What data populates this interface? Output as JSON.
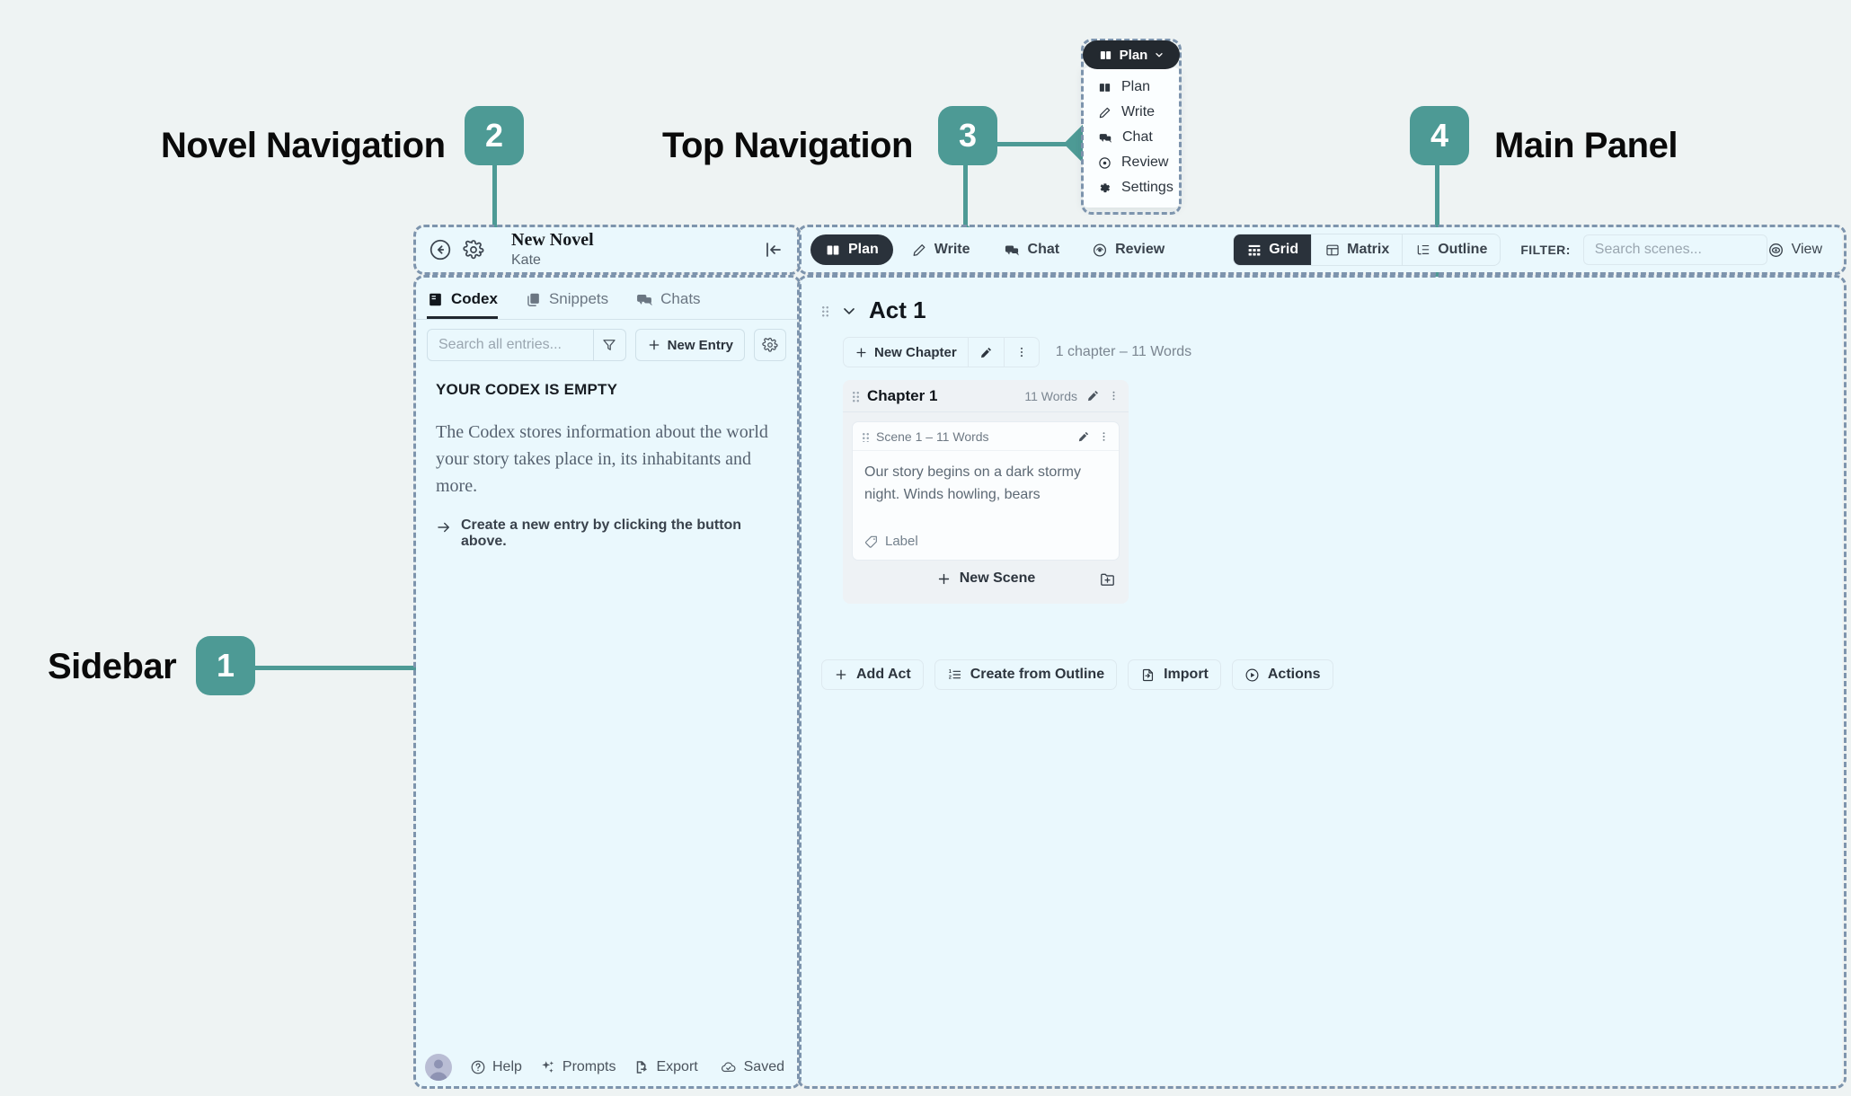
{
  "annotations": [
    {
      "num": "1",
      "label": "Sidebar"
    },
    {
      "num": "2",
      "label": "Novel Navigation"
    },
    {
      "num": "3",
      "label": "Top Navigation"
    },
    {
      "num": "4",
      "label": "Main Panel"
    }
  ],
  "theme": {
    "accent": "#4d9a95",
    "dash_border": "#7d94ad",
    "panel_bg": "#eaf8fd",
    "page_bg": "#eef3f3",
    "dark_pill": "#2a323b"
  },
  "sidebar": {
    "header": {
      "back_icon": "back-arrow-icon",
      "settings_icon": "gear-icon",
      "title": "New Novel",
      "author": "Kate",
      "collapse_icon": "collapse-panel-icon"
    },
    "tabs": [
      {
        "label": "Codex",
        "icon": "book-icon",
        "active": true
      },
      {
        "label": "Snippets",
        "icon": "snippets-icon",
        "active": false
      },
      {
        "label": "Chats",
        "icon": "chat-bubbles-icon",
        "active": false
      }
    ],
    "search": {
      "placeholder": "Search all entries...",
      "value": ""
    },
    "filter_icon": "funnel-icon",
    "new_entry_label": "New Entry",
    "settings_icon": "gear-icon",
    "empty_state": {
      "title": "YOUR CODEX IS EMPTY",
      "description": "The Codex stores information about the world your story takes place in, its inhabitants and more.",
      "cta": "Create a new entry by clicking the button above."
    },
    "footer": [
      {
        "label": "Help",
        "icon": "question-circle-icon"
      },
      {
        "label": "Prompts",
        "icon": "sparkles-icon"
      },
      {
        "label": "Export",
        "icon": "export-file-icon"
      },
      {
        "label": "Saved",
        "icon": "cloud-check-icon"
      }
    ]
  },
  "topnav": {
    "modes": [
      {
        "label": "Plan",
        "icon": "book-open-icon",
        "active": true
      },
      {
        "label": "Write",
        "icon": "pencil-icon",
        "active": false
      },
      {
        "label": "Chat",
        "icon": "chat-bubbles-icon",
        "active": false
      },
      {
        "label": "Review",
        "icon": "eye-circle-icon",
        "active": false
      }
    ],
    "views": [
      {
        "label": "Grid",
        "icon": "grid-icon",
        "active": true
      },
      {
        "label": "Matrix",
        "icon": "matrix-icon",
        "active": false
      },
      {
        "label": "Outline",
        "icon": "outline-icon",
        "active": false
      }
    ],
    "filter_label": "FILTER:",
    "scene_search": {
      "placeholder": "Search scenes...",
      "value": ""
    },
    "view_button": {
      "label": "View",
      "icon": "eye-target-icon"
    }
  },
  "plan_dropdown": {
    "trigger": {
      "label": "Plan",
      "icon": "book-open-icon",
      "caret": "chevron-down-icon"
    },
    "items": [
      {
        "label": "Plan",
        "icon": "book-open-icon"
      },
      {
        "label": "Write",
        "icon": "pencil-icon"
      },
      {
        "label": "Chat",
        "icon": "chat-bubbles-icon"
      },
      {
        "label": "Review",
        "icon": "eye-circle-icon"
      },
      {
        "label": "Settings",
        "icon": "gear-icon"
      }
    ]
  },
  "main": {
    "act": {
      "title": "Act 1",
      "collapse_icon": "chevron-down-icon",
      "drag_icon": "drag-handle-icon",
      "new_chapter_label": "New Chapter",
      "edit_icon": "pencil-icon",
      "more_icon": "more-vertical-icon",
      "meta": "1 chapter  –  11 Words"
    },
    "chapter": {
      "name": "Chapter 1",
      "words": "11 Words",
      "edit_icon": "pencil-icon",
      "more_icon": "more-vertical-icon",
      "scene": {
        "title": "Scene 1 – ",
        "words": "11 Words",
        "body": "Our story begins on a dark stormy night. Winds howling, bears",
        "label": "Label",
        "label_icon": "tag-icon",
        "edit_icon": "pencil-icon",
        "more_icon": "more-vertical-icon"
      },
      "new_scene_label": "New Scene",
      "new_scene_folder_icon": "add-folder-icon"
    },
    "bottom_buttons": [
      {
        "label": "Add Act",
        "icon": "plus-icon"
      },
      {
        "label": "Create from Outline",
        "icon": "numbered-list-icon"
      },
      {
        "label": "Import",
        "icon": "import-icon"
      },
      {
        "label": "Actions",
        "icon": "play-circle-icon"
      }
    ]
  }
}
